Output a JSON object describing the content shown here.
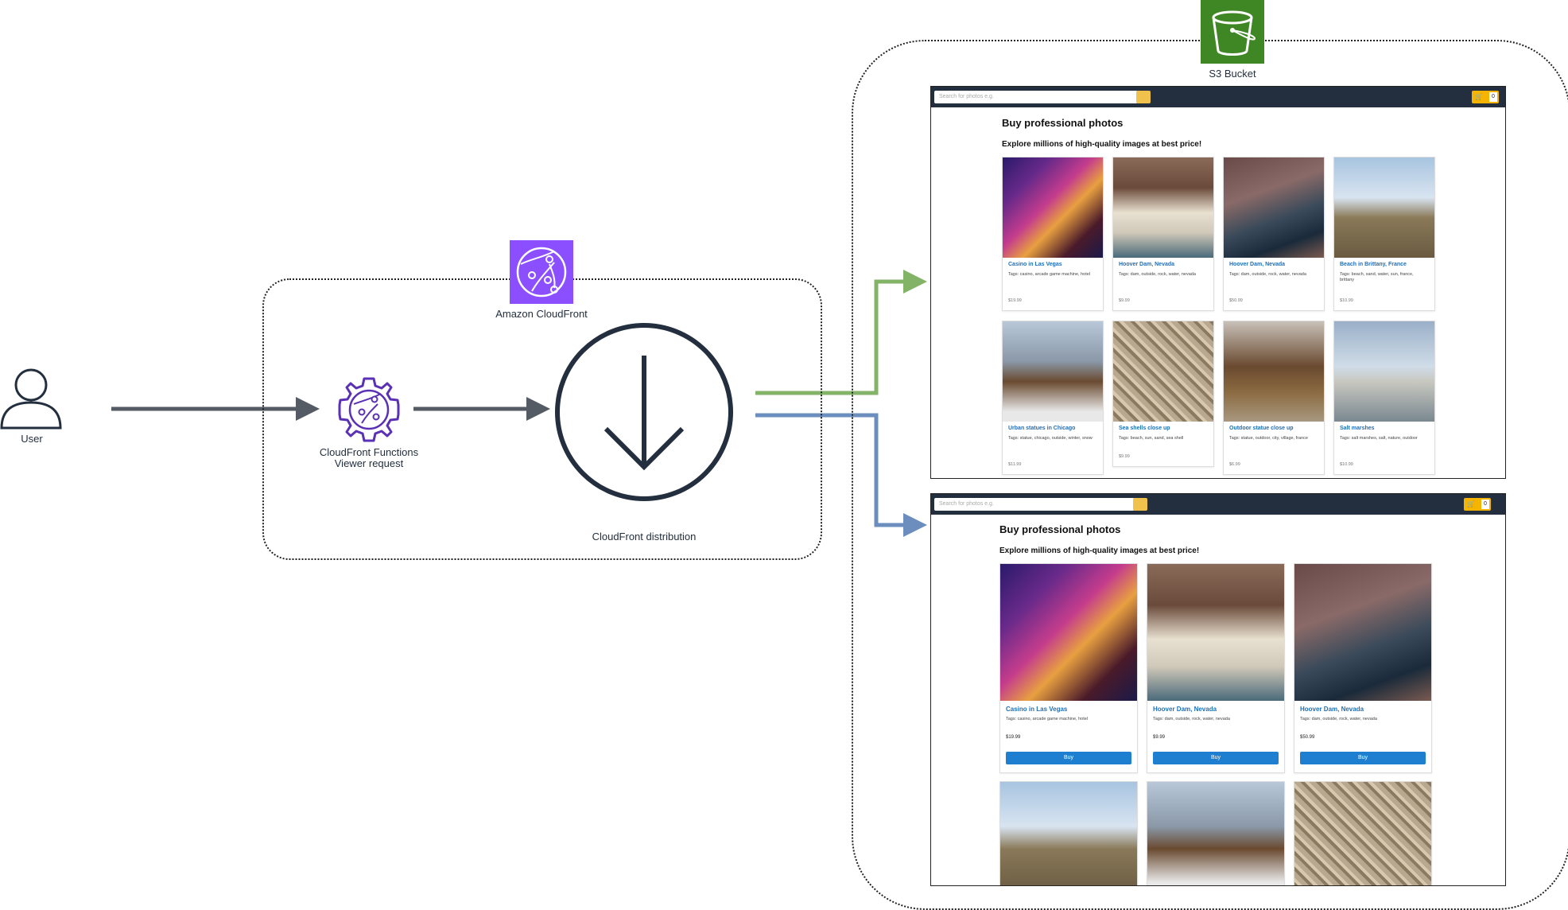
{
  "labels": {
    "user": "User",
    "cloudfront_service": "Amazon CloudFront",
    "functions_line1": "CloudFront Functions",
    "functions_line2": "Viewer request",
    "distribution": "CloudFront distribution",
    "s3": "S3 Bucket"
  },
  "colors": {
    "arrow_gray": "#545b64",
    "arrow_green": "#82b366",
    "arrow_blue": "#6c8ebf",
    "cloudfront_purple": "#8c4fff",
    "s3_green": "#3f8624",
    "dark": "#232f3e"
  },
  "site": {
    "search_placeholder": "Search for photos e.g.",
    "cart_count": "0",
    "title": "Buy professional photos",
    "subtitle": "Explore millions of high-quality images at best price!",
    "buy_label": "Buy"
  },
  "grid_a": {
    "cards": [
      {
        "title": "Casino in Las Vegas",
        "tags": "Tags: casino, arcade game machine, hotel",
        "price": "$19.99"
      },
      {
        "title": "Hoover Dam, Nevada",
        "tags": "Tags: dam, outside, rock, water, nevada",
        "price": "$9.99"
      },
      {
        "title": "Hoover Dam, Nevada",
        "tags": "Tags: dam, outside, rock, water, nevada",
        "price": "$50.99"
      },
      {
        "title": "Beach in Brittany, France",
        "tags": "Tags: beach, sand, water, sun, france, brittany",
        "price": "$10.99"
      },
      {
        "title": "Urban statues in Chicago",
        "tags": "Tags: statue, chicago, outside, winter, snow",
        "price": "$11.99"
      },
      {
        "title": "Sea shells close up",
        "tags": "Tags: beach, sun, sand, sea shell",
        "price": "$9.99"
      },
      {
        "title": "Outdoor statue close up",
        "tags": "Tags: statue, outdoor, city, village, france",
        "price": "$6.99"
      },
      {
        "title": "Salt marshes",
        "tags": "Tags: salt marshes, salt, nature, outdoor",
        "price": "$10.99"
      }
    ]
  },
  "grid_b": {
    "cards": [
      {
        "title": "Casino in Las Vegas",
        "tags": "Tags: casino, arcade game machine, hotel",
        "price": "$19.99"
      },
      {
        "title": "Hoover Dam, Nevada",
        "tags": "Tags: dam, outside, rock, water, nevada",
        "price": "$9.99"
      },
      {
        "title": "Hoover Dam, Nevada",
        "tags": "Tags: dam, outside, rock, water, nevada",
        "price": "$50.99"
      }
    ]
  }
}
